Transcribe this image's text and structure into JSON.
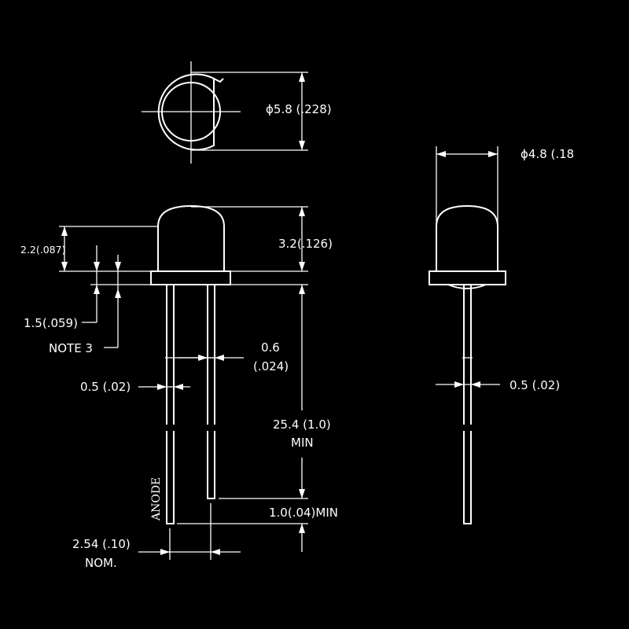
{
  "dimensions": {
    "lens_diameter": "ϕ5.8 (.228)",
    "flange_diameter": "ϕ4.8 (.18",
    "lens_height": "3.2(.126)",
    "dome_height": "2.2(.087)",
    "flange_thickness": "1.5(.059)",
    "note": "NOTE 3",
    "lead_spacing_inner_a": "0.6",
    "lead_spacing_inner_b": "(.024)",
    "lead_width_front": "0.5 (.02)",
    "lead_width_side": "0.5 (.02)",
    "lead_length_a": "25.4 (1.0)",
    "lead_length_b": "MIN",
    "lead_offset": "1.0(.04)MIN",
    "pitch_a": "2.54 (.10)",
    "pitch_b": "NOM.",
    "anode_label": "ANODE"
  },
  "colors": {
    "background": "#000000",
    "line": "#ffffff"
  }
}
